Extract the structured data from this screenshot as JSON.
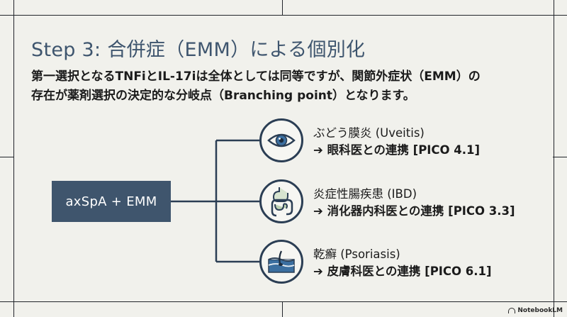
{
  "title": "Step 3: 合併症（EMM）による個別化",
  "body": {
    "line1": "第一選択となるTNFiとIL-17iは全体としては同等ですが、関節外症状（EMM）の",
    "line2": "存在が薬剤選択の決定的な分岐点（Branching point）となります。"
  },
  "root": {
    "label": "axSpA + EMM"
  },
  "branches": [
    {
      "icon": "eye-icon",
      "name": "ぶどう膜炎 (Uveitis)",
      "action": "➔ 眼科医との連携 [PICO 4.1]"
    },
    {
      "icon": "intestine-icon",
      "name": "炎症性腸疾患 (IBD)",
      "action": "➔ 消化器内科医との連携 [PICO 3.3]"
    },
    {
      "icon": "skin-icon",
      "name": "乾癬 (Psoriasis)",
      "action": "➔ 皮膚科医との連携 [PICO 6.1]"
    }
  ],
  "watermark": {
    "label": "NotebookLM"
  },
  "colors": {
    "background": "#f1f1ec",
    "accent": "#3f556d",
    "title": "#3e556e",
    "icon_stroke": "#2b3e54"
  }
}
